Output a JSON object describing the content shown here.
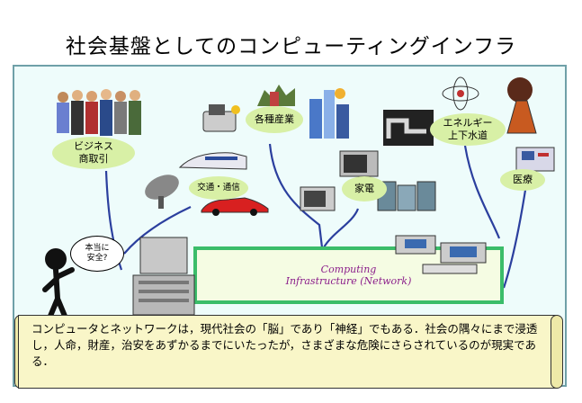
{
  "title": "社会基盤としてのコンピューティングインフラ",
  "sectors": {
    "business": [
      "ビジネス",
      "商取引"
    ],
    "industry": "各種産業",
    "energy": [
      "エネルギー",
      "上下水道"
    ],
    "transport": "交通・通信",
    "appliances": "家電",
    "medical": "医療"
  },
  "infrastructure": {
    "line1": "Computing",
    "line2": "Infrastructure (Network)"
  },
  "thought_bubble": [
    "本当に",
    "安全?"
  ],
  "caption": "コンピュータとネットワークは，現代社会の「脳」であり「神経」でもある．社会の隅々にまで浸透し，人命，財産，治安をあずかるまでにいたったが，さまざまな危険にさらされているのが現実である．",
  "colors": {
    "panel_bg": "#eefcfb",
    "oval_bg": "#d8f0a6",
    "infra_border": "#3bbd6a",
    "infra_text": "#8b1e8b",
    "connector": "#2b3f9e",
    "scroll_bg": "#f9f6c8"
  }
}
